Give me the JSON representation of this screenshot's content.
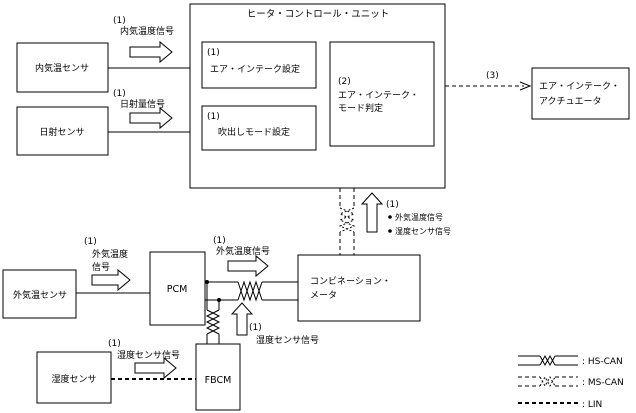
{
  "hcu": {
    "title": "ヒータ・コントロール・ユニット",
    "sub_air_intake_setting": {
      "num": "(1)",
      "label": "エア・インテーク設定"
    },
    "sub_outlet_mode_setting": {
      "num": "(1)",
      "label": "吹出しモード設定"
    },
    "sub_air_intake_judgement": {
      "num": "(2)",
      "line1": "エア・インテーク・",
      "line2": "モード判定"
    }
  },
  "actuator": {
    "line1": "エア・インテーク・",
    "line2": "アクチュエータ",
    "arrow_num": "(3)"
  },
  "inside_temp_sensor": {
    "label": "内気温センサ",
    "signal_num": "(1)",
    "signal": "内気温度信号"
  },
  "sunload_sensor": {
    "label": "日射センサ",
    "signal_num": "(1)",
    "signal": "日射量信号"
  },
  "outside_temp_sensor": {
    "label": "外気温センサ",
    "signal_num": "(1)",
    "signal_line1": "外気温度",
    "signal_line2": "信号"
  },
  "pcm": {
    "label": "PCM",
    "signal_num": "(1)",
    "signal": "外気温度信号"
  },
  "combination_meter": {
    "line1": "コンビネーション・",
    "line2": "メータ",
    "up_num": "(1)",
    "up_bullets": [
      "外気温度信号",
      "湿度センサ信号"
    ]
  },
  "humidity_sensor": {
    "label": "湿度センサ",
    "signal_num": "(1)",
    "signal": "湿度センサ信号"
  },
  "fbcm": {
    "label": "FBCM",
    "signal_num": "(1)",
    "signal": "湿度センサ信号"
  },
  "legend": {
    "hs_can": ": HS-CAN",
    "ms_can": ": MS-CAN",
    "lin": ": LIN"
  }
}
